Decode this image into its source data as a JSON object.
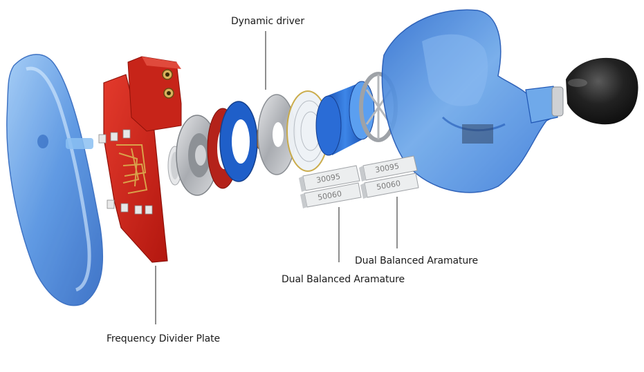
{
  "labels": {
    "dynamic_driver": "Dynamic driver",
    "dual_ba_right": "Dual Balanced Aramature",
    "dual_ba_left": "Dual Balanced Aramature",
    "frequency_divider": "Frequency Divider Plate"
  },
  "ba_parts": {
    "left_top": "30095",
    "left_bottom": "50060",
    "right_top": "30095",
    "right_bottom": "50060"
  },
  "colors": {
    "shell_blue": "#3d7fd6",
    "pcb_red": "#d4261e",
    "driver_blue": "#1f5fc9",
    "eartip_black": "#1b1b1b",
    "metal_gray": "#b9bcc0",
    "leader_line": "#444444"
  }
}
